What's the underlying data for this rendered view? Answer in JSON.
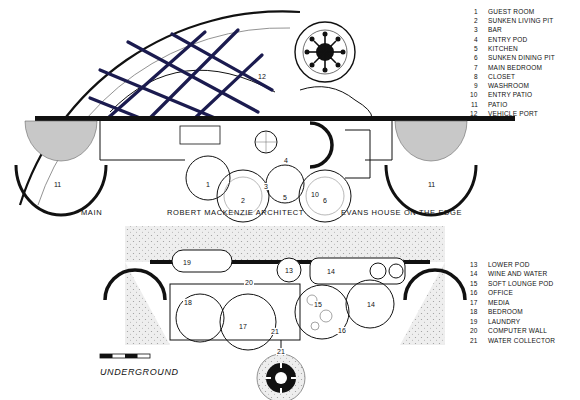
{
  "diagram": {
    "labels": [
      "MAIN",
      "ROBERT MACKENZIE ARCHITECT",
      "EVANS HOUSE ON THE EDGE",
      "UNDERGROUND",
      "1",
      "GUEST ROOM",
      "2",
      "SUNKEN LIVING PIT",
      "3",
      "BAR",
      "4",
      "ENTRY POD",
      "5",
      "KITCHEN",
      "6",
      "SUNKEN DINING PIT",
      "7",
      "MAIN BEDROOM",
      "8",
      "CLOSET",
      "9",
      "WASHROOM",
      "10",
      "ENTRY PATIO",
      "11",
      "PATIO",
      "12",
      "VEHICLE PORT",
      "13",
      "LOWER POD",
      "14",
      "WINE AND WATER",
      "15",
      "SOFT LOUNGE POD",
      "16",
      "OFFICE",
      "17",
      "MEDIA",
      "18",
      "BEDROOM",
      "19",
      "LAUNDRY",
      "20",
      "COMPUTER WALL",
      "21",
      "WATER COLLECTOR",
      "12",
      "10",
      "11",
      "11",
      "1",
      "2",
      "3",
      "4",
      "5",
      "6",
      "19",
      "13",
      "14",
      "14",
      "18",
      "20",
      "17",
      "15",
      "16",
      "21",
      "21"
    ]
  }
}
